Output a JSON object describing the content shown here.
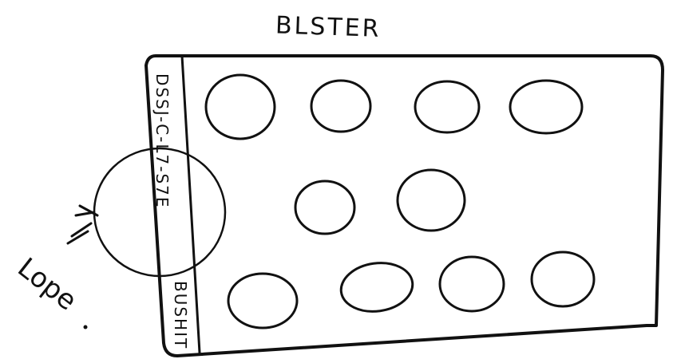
{
  "diagram": {
    "title": "BLSTER",
    "strip_text_top": "DSSJ-C-L7-S7E",
    "strip_text_bottom": "BUSHIT",
    "side_label": "Lope",
    "ink_color": "#111111",
    "background_color": "#ffffff"
  }
}
